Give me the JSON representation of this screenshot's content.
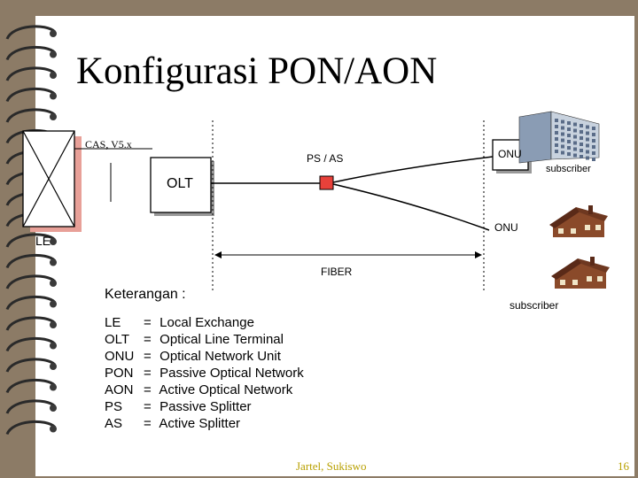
{
  "slide": {
    "title": "Konfigurasi PON/AON",
    "footer": "Jartel, Sukiswo",
    "page_number": "16"
  },
  "diagram": {
    "cas_label": "CAS, V5.x",
    "ps_as_label": "PS / AS",
    "olt_label": "OLT",
    "le_label": "LE",
    "onu_top_label": "ONU",
    "onu_mid_label": "ONU",
    "subscriber_top_label": "subscriber",
    "subscriber_bottom_label": "subscriber",
    "fiber_label": "FIBER",
    "icons": [
      "office-building-icon",
      "house-icon",
      "house-icon"
    ],
    "colors": {
      "splitter": "#e8413a",
      "le_box": "#e8a098",
      "text_footer": "#b8a000"
    }
  },
  "legend": {
    "title": "Keterangan :",
    "items": [
      {
        "abbr": "LE",
        "eq": "=",
        "meaning": "Local Exchange"
      },
      {
        "abbr": "OLT",
        "eq": "=",
        "meaning": "Optical Line Terminal"
      },
      {
        "abbr": "ONU",
        "eq": "=",
        "meaning": "Optical Network Unit"
      },
      {
        "abbr": "PON",
        "eq": "=",
        "meaning": "Passive Optical Network"
      },
      {
        "abbr": "AON",
        "eq": "=",
        "meaning": "Active Optical Network"
      },
      {
        "abbr": "PS",
        "eq": "=",
        "meaning": "Passive Splitter"
      },
      {
        "abbr": "AS",
        "eq": "=",
        "meaning": "Active Splitter"
      }
    ]
  }
}
